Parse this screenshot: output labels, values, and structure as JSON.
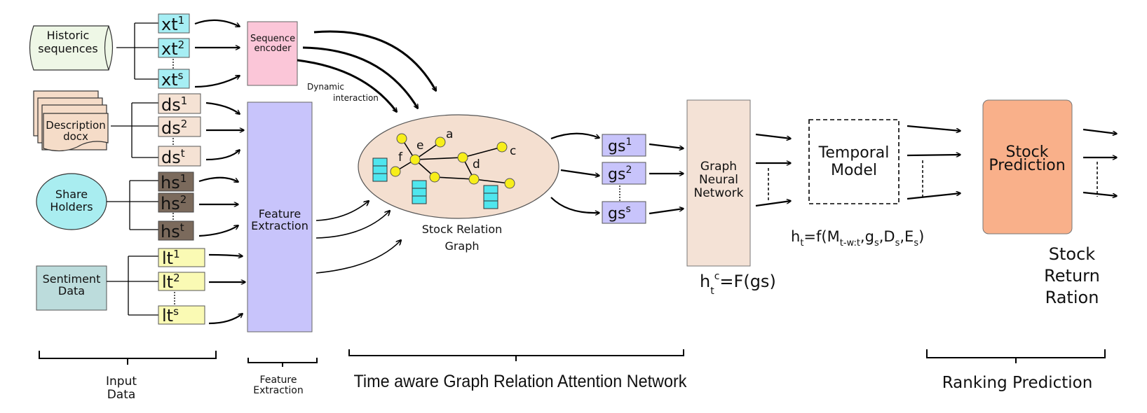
{
  "inputs": {
    "historic_l1": "Historic",
    "historic_l2": "sequences",
    "description_l1": "Description",
    "description_l2": "docx",
    "shareholders_l1": "Share",
    "shareholders_l2": "Holders",
    "sentiment_l1": "Sentiment",
    "sentiment_l2": "Data",
    "xt": {
      "base": "xt",
      "sup1": "1",
      "sup2": "2",
      "sup3": "s"
    },
    "ds": {
      "base": "ds",
      "sup1": "1",
      "sup2": "2",
      "sup3": "t"
    },
    "hs": {
      "base": "hs",
      "sup1": "1",
      "sup2": "2",
      "sup3": "t"
    },
    "lt": {
      "base": "lt",
      "sup1": "1",
      "sup2": "2",
      "sup3": "s"
    }
  },
  "sequence_encoder": {
    "l1": "Sequence",
    "l2": "encoder"
  },
  "feature_extraction": {
    "l1": "Feature",
    "l2": "Extraction"
  },
  "dynamic_interaction": {
    "l1": "Dynamic",
    "l2": "interaction"
  },
  "graph": {
    "caption_l1": "Stock Relation",
    "caption_l2": "Graph",
    "node_a": "a",
    "node_c": "c",
    "node_d": "d",
    "node_e": "e",
    "node_f": "f"
  },
  "gs": {
    "base": "gs",
    "sup1": "1",
    "sup2": "2",
    "sup3": "s"
  },
  "gnn": {
    "l1": "Graph",
    "l2": "Neural",
    "l3": "Network"
  },
  "gnn_formula": {
    "h": "h",
    "sub": "t",
    "sup": "c",
    "rest": "=F(gs)"
  },
  "temporal": {
    "l1": "Temporal",
    "l2": "Model"
  },
  "temporal_formula": {
    "p1": "h",
    "s1": "t",
    "p2": "=f(M",
    "s2": "t-w:t",
    "p3": ",g",
    "s3": "s",
    "p4": ",D",
    "s4": "s",
    "p5": ",E",
    "s5": "s",
    "p6": ")"
  },
  "prediction": {
    "l1": "Stock",
    "l2": "Prediction"
  },
  "return_label": {
    "l1": "Stock",
    "l2": "Return",
    "l3": "Ration"
  },
  "brackets": {
    "input_l1": "Input",
    "input_l2": "Data",
    "feature_l1": "Feature",
    "feature_l2": "Extraction",
    "tagrn": "Time aware Graph Relation Attention Network",
    "ranking": "Ranking Prediction"
  },
  "colors": {
    "historic": "#eef7e6",
    "doc": "#f5dcc8",
    "shareholder": "#a9edf0",
    "sentiment": "#bcdcdc",
    "xt_box": "#a6eef4",
    "ds_box": "#f5e2d4",
    "hs_box": "#7b6a5c",
    "lt_box": "#fafab4",
    "encoder": "#fbc6d8",
    "feature": "#c8c4fb",
    "graph_ellipse": "#f4dfd0",
    "gs_box": "#c8c4fb",
    "gnn": "#f4e2d6",
    "prediction": "#f9b08a",
    "node": "#f7ee1a",
    "stack": "#4fe6ee"
  }
}
